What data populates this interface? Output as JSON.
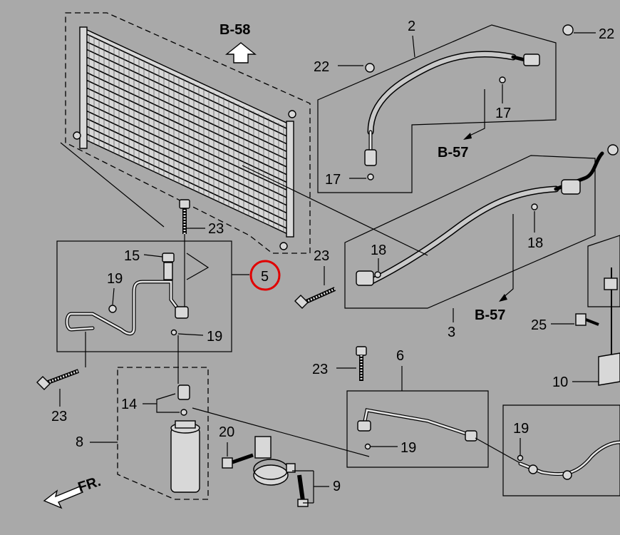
{
  "refs": {
    "b58": "B-58",
    "b57_top": "B-57",
    "b57_mid": "B-57"
  },
  "callouts": {
    "p2": "2",
    "p3": "3",
    "p5": "5",
    "p6": "6",
    "p8": "8",
    "p9": "9",
    "p10": "10",
    "p14": "14",
    "p15": "15",
    "p17_a": "17",
    "p17_b": "17",
    "p18_a": "18",
    "p18_b": "18",
    "p19_a": "19",
    "p19_b": "19",
    "p19_c": "19",
    "p19_d": "19",
    "p20": "20",
    "p22_a": "22",
    "p22_b": "22",
    "p23_a": "23",
    "p23_b": "23",
    "p23_c": "23",
    "p23_d": "23",
    "p25": "25"
  },
  "front_arrow": "FR.",
  "highlight_color": "#e00000",
  "highlighted_part": "5"
}
